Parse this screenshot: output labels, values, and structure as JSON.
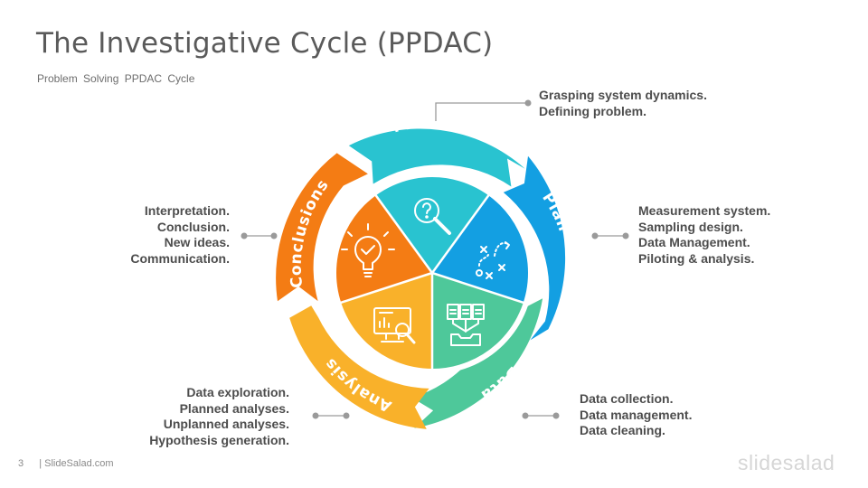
{
  "header": {
    "title": "The Investigative Cycle (PPDAC)",
    "subtitle": "Problem Solving PPDAC Cycle"
  },
  "cycle": {
    "stages": [
      {
        "label": "Problem",
        "color": "#29c3d0",
        "icon": "magnifier-question-icon"
      },
      {
        "label": "Plan",
        "color": "#139fe2",
        "icon": "strategy-play-icon"
      },
      {
        "label": "Data",
        "color": "#4ec89a",
        "icon": "documents-tray-icon"
      },
      {
        "label": "Analysis",
        "color": "#f9b12a",
        "icon": "monitor-analysis-icon"
      },
      {
        "label": "Conclusions",
        "color": "#f47c14",
        "icon": "lightbulb-check-icon"
      }
    ]
  },
  "notes": {
    "problem": [
      "Grasping system dynamics.",
      "Defining problem."
    ],
    "plan": [
      "Measurement system.",
      "Sampling design.",
      "Data Management.",
      "Piloting & analysis."
    ],
    "data": [
      "Data collection.",
      "Data management.",
      "Data cleaning."
    ],
    "analysis": [
      "Data exploration.",
      "Planned analyses.",
      "Unplanned analyses.",
      "Hypothesis generation."
    ],
    "conclusions": [
      "Interpretation.",
      "Conclusion.",
      "New ideas.",
      "Communication."
    ]
  },
  "footer": {
    "page": "3",
    "site": "| SlideSalad.com",
    "brand": "slidesalad"
  },
  "colors": {
    "connector": "#9a9a9a",
    "text": "#4d4d4d"
  }
}
